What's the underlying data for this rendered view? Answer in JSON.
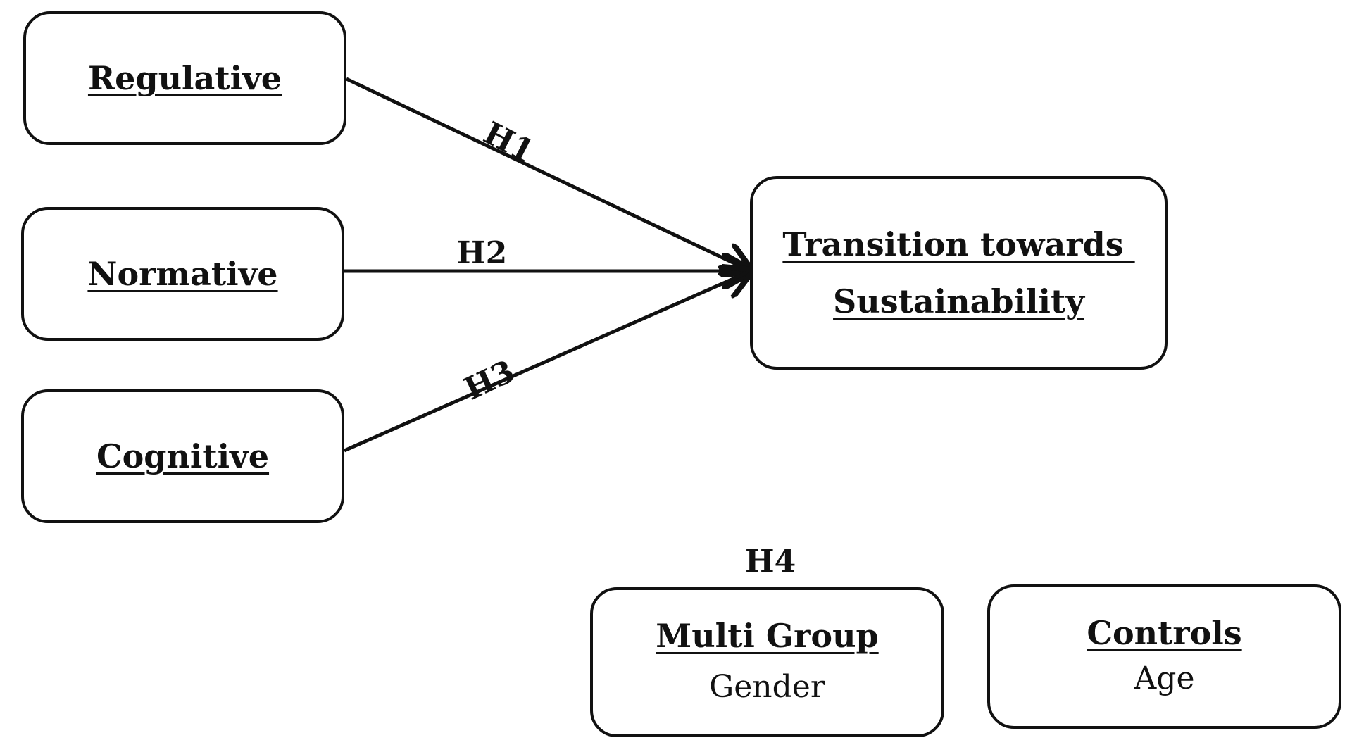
{
  "nodes": {
    "regulative": {
      "title": "Regulative"
    },
    "normative": {
      "title": "Normative"
    },
    "cognitive": {
      "title": "Cognitive"
    },
    "outcome": {
      "title_line1": "Transition towards ",
      "title_line2": "Sustainability"
    },
    "multi_group": {
      "title": "Multi Group",
      "subtitle": "Gender"
    },
    "controls": {
      "title": "Controls",
      "subtitle": "Age"
    }
  },
  "hypotheses": {
    "h1": "H1",
    "h2": "H2",
    "h3": "H3",
    "h4": "H4"
  },
  "edges": [
    {
      "from": "regulative",
      "to": "outcome",
      "label": "H1"
    },
    {
      "from": "normative",
      "to": "outcome",
      "label": "H2"
    },
    {
      "from": "cognitive",
      "to": "outcome",
      "label": "H3"
    }
  ]
}
